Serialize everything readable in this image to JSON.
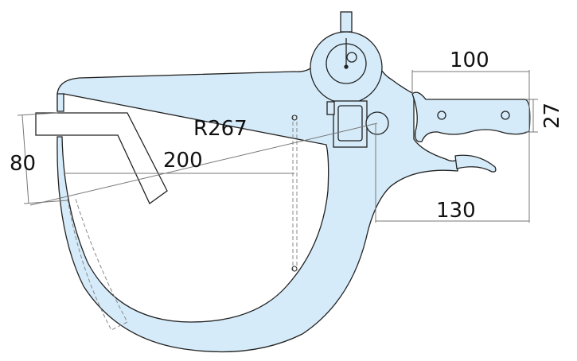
{
  "dimensions": {
    "handle_length": "100",
    "handle_height": "27",
    "radius": "R267",
    "depth": "200",
    "opening": "80",
    "offset": "130"
  },
  "colors": {
    "body_fill": "#d5ebf9",
    "outline": "#222222",
    "dim_line": "#777777"
  }
}
